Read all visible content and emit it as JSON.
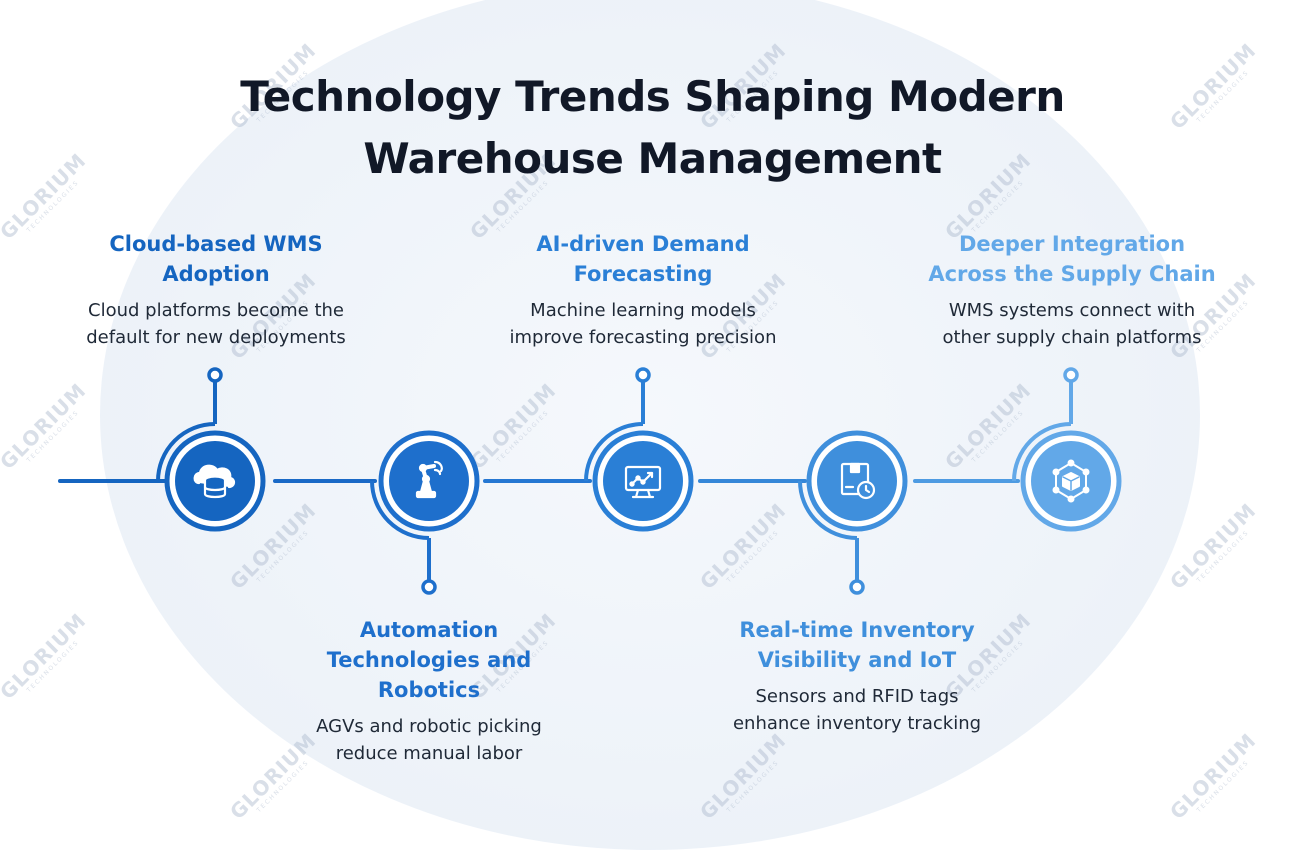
{
  "title": {
    "line1": "Technology Trends Shaping Modern",
    "line2": "Warehouse Management"
  },
  "watermark": {
    "brand": "GLORIUM",
    "sub": "TECHNOLOGIES"
  },
  "colors": {
    "step1": "#1565c0",
    "step2": "#1e6fcc",
    "step3": "#2a7fd6",
    "step4": "#3f8fdc",
    "step5": "#62a8e8",
    "text": "#1f2937",
    "title": "#111827"
  },
  "steps": [
    {
      "heading_line1": "Cloud-based WMS",
      "heading_line2": "Adoption",
      "heading_line3": "",
      "desc_line1": "Cloud platforms become the",
      "desc_line2": "default for new deployments",
      "icon": "cloud-database-icon",
      "position": "top"
    },
    {
      "heading_line1": "Automation",
      "heading_line2": "Technologies and",
      "heading_line3": "Robotics",
      "desc_line1": "AGVs and robotic picking",
      "desc_line2": "reduce manual labor",
      "icon": "robot-arm-icon",
      "position": "bottom"
    },
    {
      "heading_line1": "AI-driven Demand",
      "heading_line2": "Forecasting",
      "heading_line3": "",
      "desc_line1": "Machine learning models",
      "desc_line2": "improve forecasting precision",
      "icon": "monitor-chart-icon",
      "position": "top"
    },
    {
      "heading_line1": "Real-time Inventory",
      "heading_line2": "Visibility and IoT",
      "heading_line3": "",
      "desc_line1": "Sensors and RFID tags",
      "desc_line2": "enhance inventory tracking",
      "icon": "box-clock-icon",
      "position": "bottom"
    },
    {
      "heading_line1": "Deeper Integration",
      "heading_line2": "Across the Supply Chain",
      "heading_line3": "",
      "desc_line1": "WMS systems connect with",
      "desc_line2": "other supply chain platforms",
      "icon": "network-cube-icon",
      "position": "top"
    }
  ]
}
